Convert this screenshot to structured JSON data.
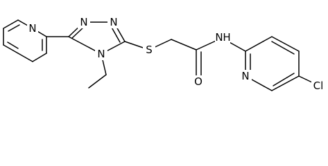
{
  "atoms": {
    "n_pyridine_left": "N",
    "n_triazole_1": "N",
    "n_triazole_2": "N",
    "n_triazole_4": "N",
    "s_thioether": "S",
    "o_carbonyl": "O",
    "n_amide": "N",
    "h_amide": "H",
    "n_pyridine_right": "N",
    "cl_substituent": "Cl"
  }
}
